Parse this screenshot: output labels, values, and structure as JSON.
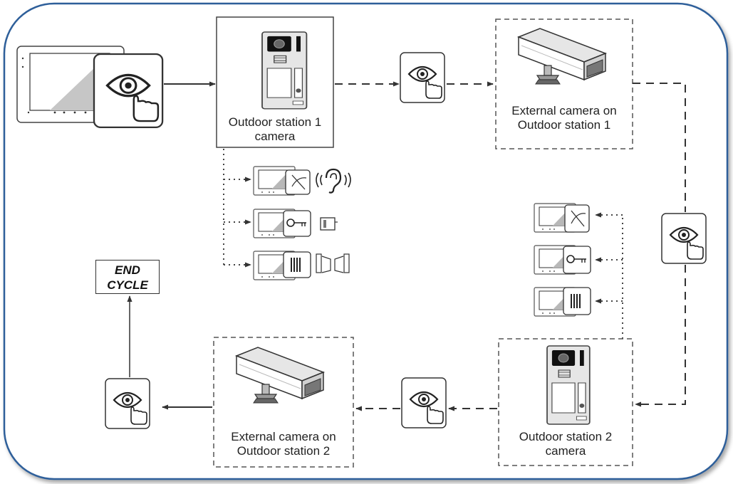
{
  "nodes": {
    "outdoor_station_1": "Outdoor station 1\ncamera",
    "external_camera_1": "External camera on\nOutdoor station 1",
    "outdoor_station_2": "Outdoor station 2\ncamera",
    "external_camera_2": "External camera on\nOutdoor station 2",
    "end_cycle": "END\nCYCLE"
  },
  "icons": [
    "monitor-icon",
    "eye-touch-icon",
    "door-station-icon",
    "cctv-camera-icon",
    "hang-up-icon",
    "key-icon",
    "keypad-icon",
    "ear-icon",
    "lock-icon",
    "gate-icon"
  ],
  "colors": {
    "frame": "#2e5f9a",
    "line": "#333333",
    "box": "#ffffff"
  }
}
